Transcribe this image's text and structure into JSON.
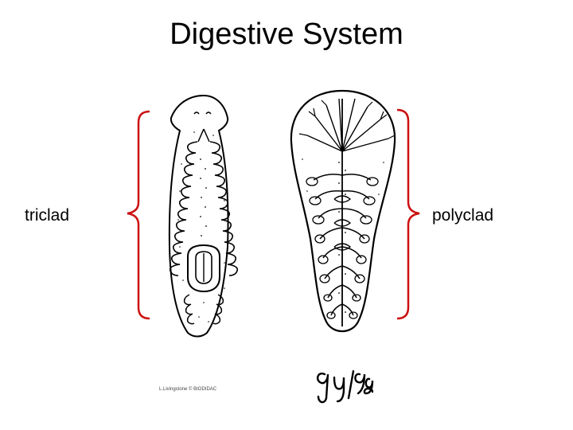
{
  "title": "Digestive System",
  "labels": {
    "left": "triclad",
    "right": "polyclad"
  },
  "credit": "L.Livingstone © BIODIDAC",
  "signature": "Guy/98",
  "colors": {
    "bracket": "#cc1111",
    "ink": "#000000",
    "background": "#ffffff"
  }
}
